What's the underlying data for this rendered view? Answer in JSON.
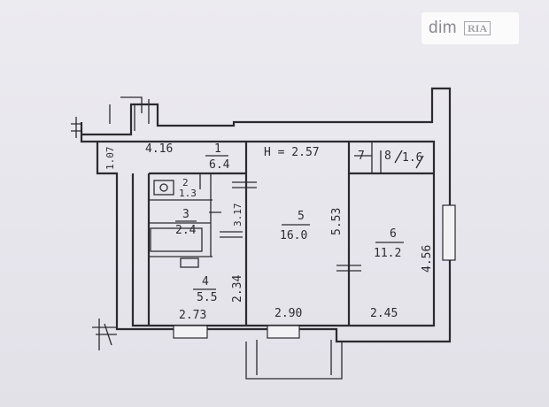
{
  "watermark": {
    "brand": "dim",
    "badge": "RIA"
  },
  "plan": {
    "height_label": "H = 2.57",
    "rooms": [
      {
        "num": "1",
        "area": "6.4"
      },
      {
        "num": "2",
        "area": "1.3"
      },
      {
        "num": "3",
        "area": "2.4"
      },
      {
        "num": "4",
        "area": "5.5"
      },
      {
        "num": "5",
        "area": "16.0"
      },
      {
        "num": "6",
        "area": "11.2"
      },
      {
        "num": "7",
        "area": ""
      },
      {
        "num": "8",
        "area": "1.6"
      }
    ],
    "dimensions": {
      "top_left": "1.07",
      "hall_length": "4.16",
      "room1_height": "3.17",
      "kitchen_height": "2.34",
      "kitchen_width": "2.73",
      "room5_depth": "5.53",
      "room5_width": "2.90",
      "room6_depth": "4.56",
      "room6_width": "2.45"
    }
  }
}
